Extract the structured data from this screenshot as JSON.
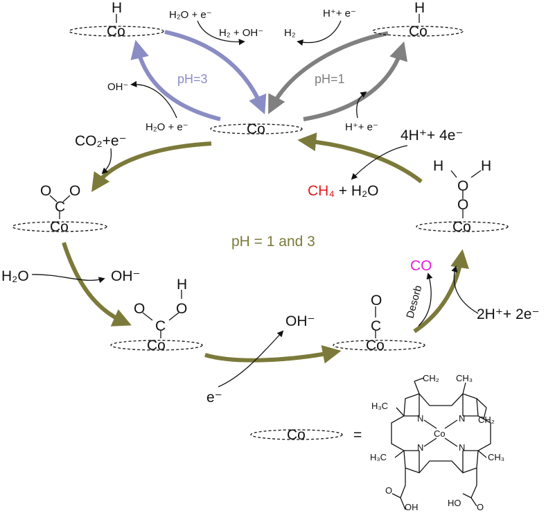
{
  "labels": {
    "co": "Co",
    "h": "H",
    "o": "O",
    "c": "C",
    "ph3": "pH=3",
    "ph1": "pH=1",
    "ph13": "pH = 1 and 3",
    "h2o_e_top": "H₂O + e⁻",
    "h2_oh": "H₂ + OH⁻",
    "hplus_e_top": "H⁺+ e⁻",
    "h2": "H₂",
    "ohminus_left": "OH⁻",
    "h2o_e_mid": "H₂O + e⁻",
    "hplus_e_mid": "H⁺+ e⁻",
    "co2_e": "CO₂+e⁻",
    "four_h_e": "4H⁺+ 4e⁻",
    "ch4": "CH₄",
    "plus_h2o": " + H₂O",
    "h2o_left": "H₂O",
    "oh_left": "OH⁻",
    "oh_bottom": "OH⁻",
    "e_minus": "e⁻",
    "co_product": "CO",
    "desorb": "Desorb",
    "two_h_e": "2H⁺+ 2e⁻",
    "equals": "=",
    "ch2_top": "CH₂",
    "ch3": "CH₃",
    "h3c": "H₃C",
    "n": "N",
    "oh": "OH",
    "ho": "HO"
  },
  "colors": {
    "blue": "#8a8cc4",
    "gray": "#808080",
    "olive": "#7b7a3a",
    "red": "#e41a1c",
    "magenta": "#e020e0",
    "black": "#111111"
  }
}
